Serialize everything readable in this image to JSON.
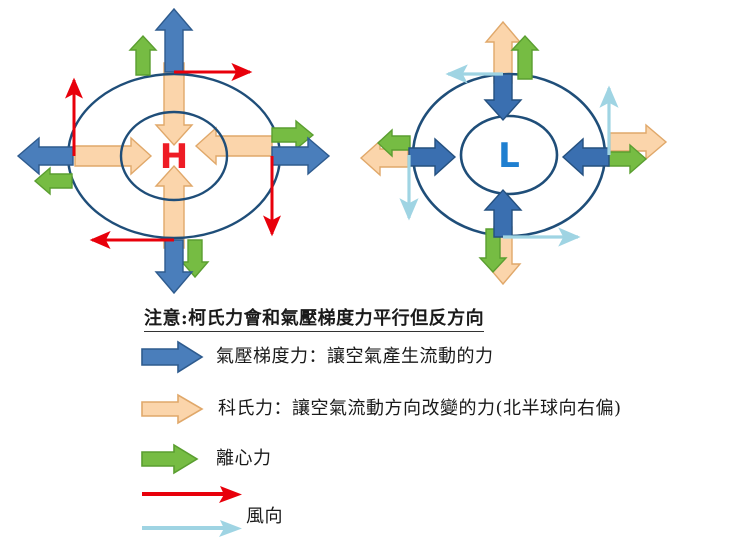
{
  "figure": {
    "title_text": "",
    "systems": [
      {
        "id": "high",
        "center_label": "H",
        "center_label_color": "#ee1c25",
        "label_meaning": "high-pressure-system",
        "outer_ellipse_stroke": "#1F4E79",
        "inner_ellipse_stroke": "#1F4E79",
        "forces": {
          "pressure_gradient_force": {
            "color": "#4a7ebb",
            "direction": "outward",
            "vectors": [
              "up",
              "left",
              "right",
              "down"
            ]
          },
          "coriolis_force": {
            "color": "#fbd5ab",
            "direction": "inward",
            "vectors": [
              "down",
              "right",
              "left",
              "up"
            ]
          },
          "centrifugal_force": {
            "color": "#76bc43",
            "direction": "outward",
            "vectors": [
              "up",
              "left",
              "right",
              "down"
            ]
          },
          "wind_direction": {
            "color": "#e8000b",
            "rotation": "clockwise",
            "vectors": [
              "right",
              "up",
              "down",
              "left"
            ]
          }
        }
      },
      {
        "id": "low",
        "center_label": "L",
        "center_label_color": "#1f7fd0",
        "label_meaning": "low-pressure-system",
        "outer_ellipse_stroke": "#1F4E79",
        "inner_ellipse_stroke": "#1F4E79",
        "forces": {
          "pressure_gradient_force": {
            "color": "#4a7ebb",
            "direction": "inward",
            "vectors": [
              "down",
              "right",
              "left",
              "up"
            ]
          },
          "coriolis_force": {
            "color": "#fbd5ab",
            "direction": "outward",
            "vectors": [
              "up",
              "left",
              "right",
              "down"
            ]
          },
          "centrifugal_force": {
            "color": "#76bc43",
            "direction": "outward",
            "vectors": [
              "up",
              "left",
              "right",
              "down"
            ]
          },
          "wind_direction": {
            "color": "#9fd4e3",
            "rotation": "counter-clockwise",
            "vectors": [
              "left",
              "down",
              "up",
              "right"
            ]
          }
        }
      }
    ]
  },
  "legend": {
    "note": "注意:柯氏力會和氣壓梯度力平行但反方向",
    "items": [
      {
        "key": "pressure-gradient-force",
        "icon": "blue-right-arrow-icon",
        "color": "#4a7ebb",
        "label": "氣壓梯度力：讓空氣產生流動的力"
      },
      {
        "key": "coriolis-force",
        "icon": "orange-right-arrow-icon",
        "color": "#fbd5ab",
        "label": "科氏力：讓空氣流動方向改變的力(北半球向右偏)"
      },
      {
        "key": "centrifugal-force",
        "icon": "green-right-arrow-icon",
        "color": "#76bc43",
        "label": "離心力"
      },
      {
        "key": "wind-direction",
        "icon": "red-and-cyan-thin-arrow-icon",
        "color": "#e8000b",
        "color_secondary": "#9fd4e3",
        "label": "風向"
      }
    ]
  }
}
